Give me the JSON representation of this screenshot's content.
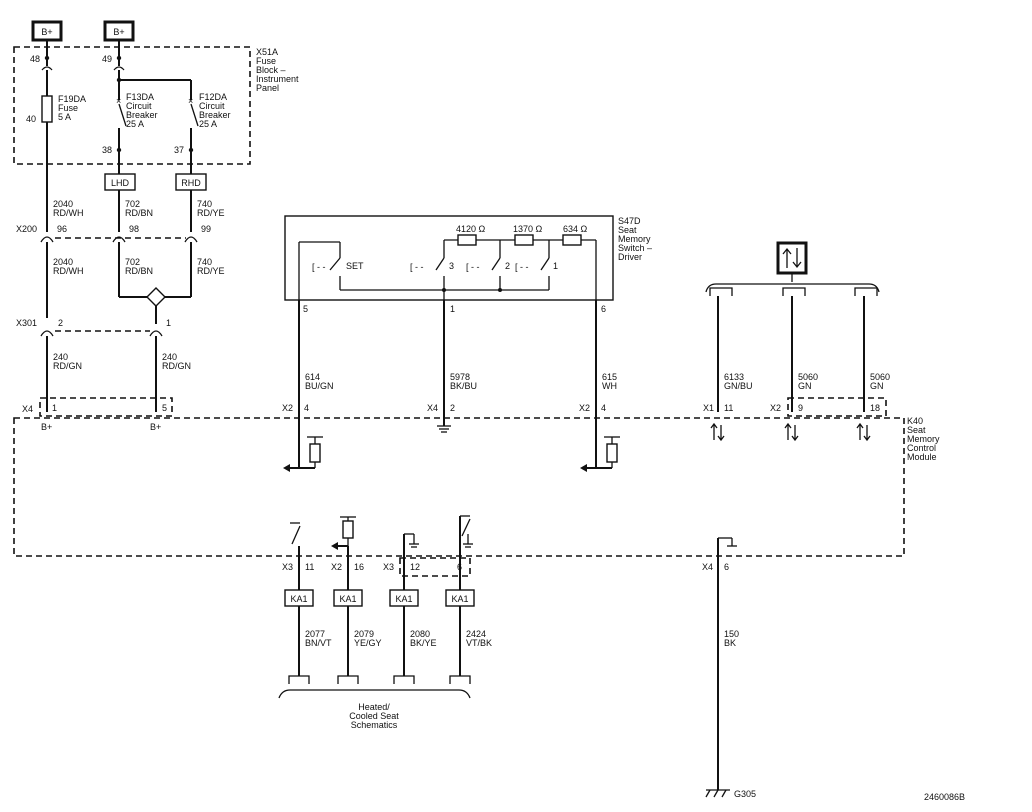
{
  "power": {
    "bplus_left": "B+",
    "bplus_right": "B+"
  },
  "fuse_block": {
    "id": "X51A",
    "line1": "Fuse",
    "line2": "Block –",
    "line3": "Instrument",
    "line4": "Panel",
    "pin48": "48",
    "pin49": "49",
    "pin40": "40",
    "pin38": "38",
    "pin37": "37",
    "f19": {
      "name": "F19DA",
      "l2": "Fuse",
      "l3": "5 A"
    },
    "f13": {
      "name": "F13DA",
      "l2": "Circuit",
      "l3": "Breaker",
      "l4": "25 A"
    },
    "f12": {
      "name": "F12DA",
      "l2": "Circuit",
      "l3": "Breaker",
      "l4": "25 A"
    }
  },
  "options": {
    "lhd": "LHD",
    "rhd": "RHD"
  },
  "x200": {
    "id": "X200",
    "p96": "96",
    "p98": "98",
    "p99": "99"
  },
  "x301": {
    "id": "X301",
    "p2": "2",
    "p1": "1"
  },
  "wires": {
    "w2040a": {
      "num": "2040",
      "color": "RD/WH"
    },
    "w702a": {
      "num": "702",
      "color": "RD/BN"
    },
    "w740a": {
      "num": "740",
      "color": "RD/YE"
    },
    "w2040b": {
      "num": "2040",
      "color": "RD/WH"
    },
    "w702b": {
      "num": "702",
      "color": "RD/BN"
    },
    "w740b": {
      "num": "740",
      "color": "RD/YE"
    },
    "w240a": {
      "num": "240",
      "color": "RD/GN"
    },
    "w240b": {
      "num": "240",
      "color": "RD/GN"
    },
    "w614": {
      "num": "614",
      "color": "BU/GN"
    },
    "w5978": {
      "num": "5978",
      "color": "BK/BU"
    },
    "w615": {
      "num": "615",
      "color": "WH"
    },
    "w6133": {
      "num": "6133",
      "color": "GN/BU"
    },
    "w5060a": {
      "num": "5060",
      "color": "GN"
    },
    "w5060b": {
      "num": "5060",
      "color": "GN"
    },
    "w2077": {
      "num": "2077",
      "color": "BN/VT"
    },
    "w2079": {
      "num": "2079",
      "color": "YE/GY"
    },
    "w2080": {
      "num": "2080",
      "color": "BK/YE"
    },
    "w2424": {
      "num": "2424",
      "color": "VT/BK"
    },
    "w150": {
      "num": "150",
      "color": "BK"
    }
  },
  "switch": {
    "id": "S47D",
    "line1": "Seat",
    "line2": "Memory",
    "line3": "Switch –",
    "line4": "Driver",
    "set": "SET",
    "r1": "4120 Ω",
    "r2": "1370 Ω",
    "r3": "634 Ω",
    "s3": "3",
    "s2": "2",
    "s1": "1",
    "pin5": "5",
    "pin1": "1",
    "pin6": "6"
  },
  "module": {
    "id": "K40",
    "line1": "Seat",
    "line2": "Memory",
    "line3": "Control",
    "line4": "Module",
    "c_x4a": "X4",
    "p_x4a1": "1",
    "p_x4a5": "5",
    "bplus1": "B+",
    "bplus2": "B+",
    "c_x2a": "X2",
    "p_x2a4": "4",
    "c_x4b": "X4",
    "p_x4b2": "2",
    "c_x2b": "X2",
    "p_x2b4": "4",
    "c_x1": "X1",
    "p_x1_11": "11",
    "c_x2c": "X2",
    "p_x2c9": "9",
    "p_x2c18": "18",
    "c_x3a": "X3",
    "p_x3a11": "11",
    "c_x2d": "X2",
    "p_x2d16": "16",
    "c_x3b": "X3",
    "p_x3b12": "12",
    "p_x3b6": "6",
    "c_x4c": "X4",
    "p_x4c6": "6"
  },
  "ka1": [
    "KA1",
    "KA1",
    "KA1",
    "KA1"
  ],
  "heated": {
    "line1": "Heated/",
    "line2": "Cooled Seat",
    "line3": "Schematics"
  },
  "ground": {
    "id": "G305"
  },
  "serial_symbol": "bidirectional-arrows-icon",
  "figure_id": "2460086B"
}
